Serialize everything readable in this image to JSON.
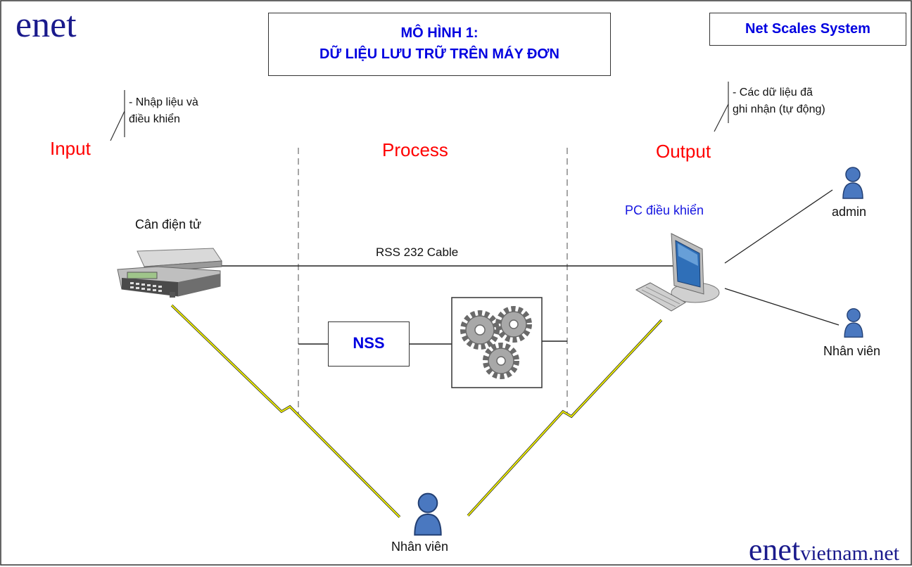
{
  "logo": "enet",
  "title": {
    "line1": "MÔ HÌNH 1:",
    "line2": "DỮ LIỆU LƯU TRỮ TRÊN MÁY ĐƠN"
  },
  "system_name": "Net Scales System",
  "sections": {
    "input": "Input",
    "process": "Process",
    "output": "Output"
  },
  "input_note": {
    "line1": "- Nhập liệu và",
    "line2": "điều khiển"
  },
  "output_note": {
    "line1": "- Các dữ liệu đã",
    "line2": "ghi nhận (tự động)"
  },
  "nodes": {
    "scale": "Cân điện tử",
    "pc": "PC điều khiển",
    "cable": "RSS 232 Cable",
    "nss": "NSS",
    "admin": "admin",
    "staff_right": "Nhân viên",
    "staff_bottom": "Nhân viên"
  },
  "footer_logo": {
    "brand": "enet",
    "suffix": "vietnam.net"
  },
  "colors": {
    "title_text": "#0000e0",
    "section_text": "#ff0000",
    "logo_text": "#1a1a8c",
    "wireless_link": "#f0f000",
    "user_icon": "#4a78c0"
  }
}
